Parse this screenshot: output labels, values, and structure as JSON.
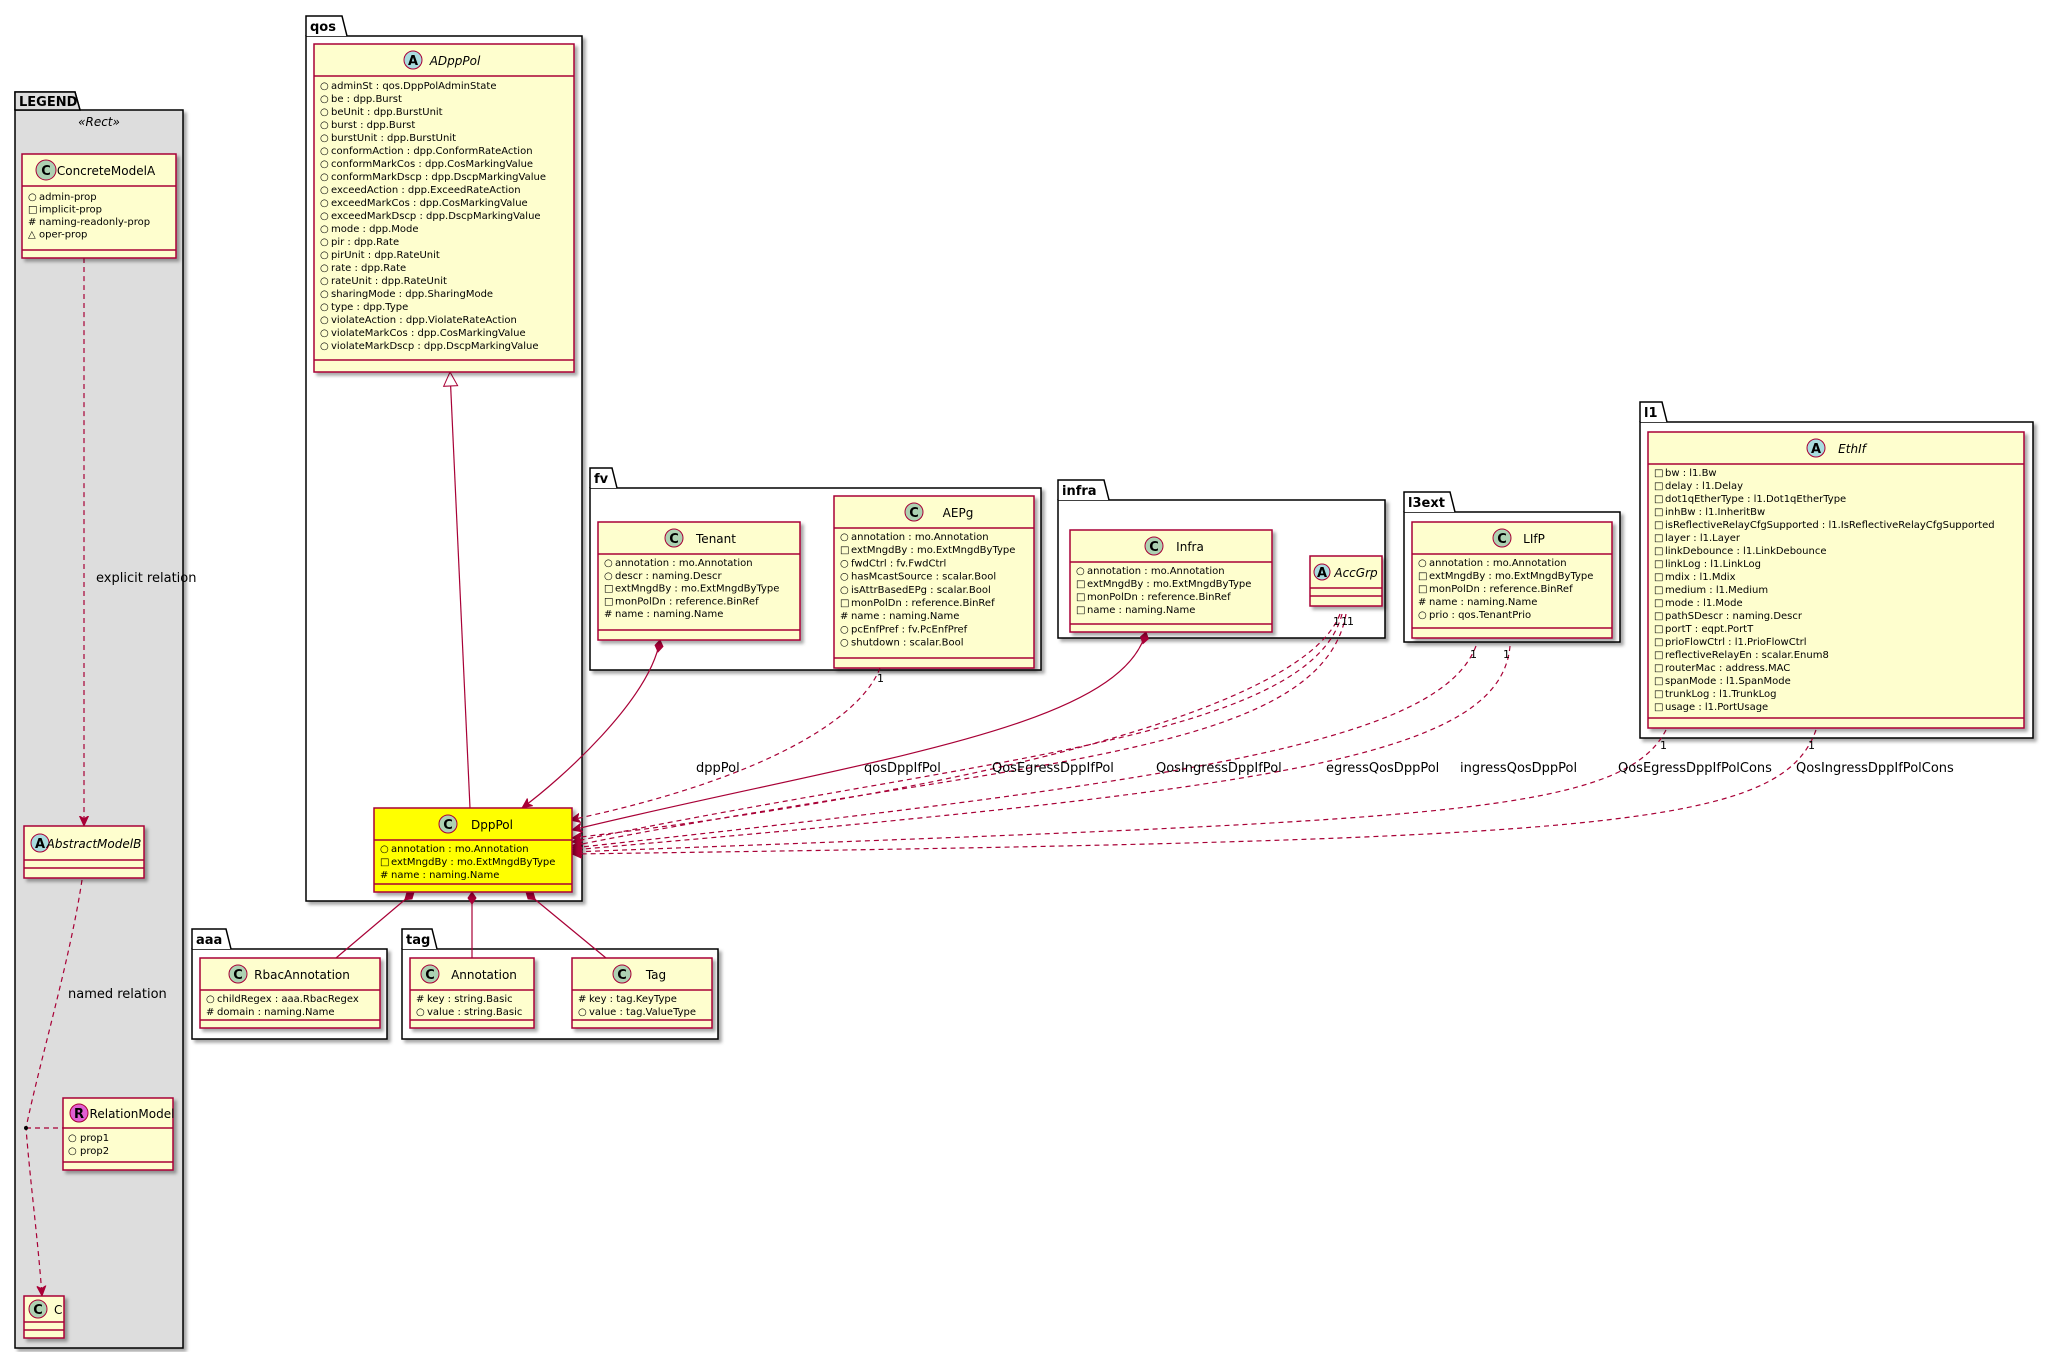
{
  "packages": {
    "legend": "LEGEND",
    "qos": "qos",
    "fv": "fv",
    "infra": "infra",
    "l3ext": "l3ext",
    "l1": "l1",
    "aaa": "aaa",
    "tag": "tag"
  },
  "legend": {
    "stereotype": "«Rect»",
    "concrete": {
      "name": "ConcreteModelA",
      "attrs": [
        "admin-prop",
        "implicit-prop",
        "naming-readonly-prop",
        "oper-prop"
      ],
      "vis": [
        "○",
        "□",
        "#",
        "△"
      ]
    },
    "abstract_name": "AbstractModelB",
    "relation_model": {
      "name": "RelationModel",
      "attrs": [
        "prop1",
        "prop2"
      ]
    },
    "c_name": "C",
    "explicit_label": "explicit relation",
    "named_label": "named relation"
  },
  "classes": {
    "adppol": {
      "name": "ADppPol",
      "attrs": [
        "adminSt : qos.DppPolAdminState",
        "be : dpp.Burst",
        "beUnit : dpp.BurstUnit",
        "burst : dpp.Burst",
        "burstUnit : dpp.BurstUnit",
        "conformAction : dpp.ConformRateAction",
        "conformMarkCos : dpp.CosMarkingValue",
        "conformMarkDscp : dpp.DscpMarkingValue",
        "exceedAction : dpp.ExceedRateAction",
        "exceedMarkCos : dpp.CosMarkingValue",
        "exceedMarkDscp : dpp.DscpMarkingValue",
        "mode : dpp.Mode",
        "pir : dpp.Rate",
        "pirUnit : dpp.RateUnit",
        "rate : dpp.Rate",
        "rateUnit : dpp.RateUnit",
        "sharingMode : dpp.SharingMode",
        "type : dpp.Type",
        "violateAction : dpp.ViolateRateAction",
        "violateMarkCos : dpp.CosMarkingValue",
        "violateMarkDscp : dpp.DscpMarkingValue"
      ]
    },
    "dpppol": {
      "name": "DppPol",
      "attrs": [
        "annotation : mo.Annotation",
        "extMngdBy : mo.ExtMngdByType",
        "name : naming.Name"
      ],
      "vis": [
        "○",
        "□",
        "#"
      ]
    },
    "tenant": {
      "name": "Tenant",
      "attrs": [
        "annotation : mo.Annotation",
        "descr : naming.Descr",
        "extMngdBy : mo.ExtMngdByType",
        "monPolDn : reference.BinRef",
        "name : naming.Name"
      ],
      "vis": [
        "○",
        "○",
        "□",
        "□",
        "#"
      ]
    },
    "aepg": {
      "name": "AEPg",
      "attrs": [
        "annotation : mo.Annotation",
        "extMngdBy : mo.ExtMngdByType",
        "fwdCtrl : fv.FwdCtrl",
        "hasMcastSource : scalar.Bool",
        "isAttrBasedEPg : scalar.Bool",
        "monPolDn : reference.BinRef",
        "name : naming.Name",
        "pcEnfPref : fv.PcEnfPref",
        "shutdown : scalar.Bool"
      ],
      "vis": [
        "○",
        "□",
        "○",
        "○",
        "○",
        "□",
        "#",
        "○",
        "○"
      ]
    },
    "infra": {
      "name": "Infra",
      "attrs": [
        "annotation : mo.Annotation",
        "extMngdBy : mo.ExtMngdByType",
        "monPolDn : reference.BinRef",
        "name : naming.Name"
      ],
      "vis": [
        "○",
        "□",
        "□",
        "□"
      ]
    },
    "accgrp": {
      "name": "AccGrp"
    },
    "lifp": {
      "name": "LIfP",
      "attrs": [
        "annotation : mo.Annotation",
        "extMngdBy : mo.ExtMngdByType",
        "monPolDn : reference.BinRef",
        "name : naming.Name",
        "prio : qos.TenantPrio"
      ],
      "vis": [
        "○",
        "□",
        "□",
        "#",
        "○"
      ]
    },
    "ethif": {
      "name": "EthIf",
      "attrs": [
        "bw : l1.Bw",
        "delay : l1.Delay",
        "dot1qEtherType : l1.Dot1qEtherType",
        "inhBw : l1.InheritBw",
        "isReflectiveRelayCfgSupported : l1.IsReflectiveRelayCfgSupported",
        "layer : l1.Layer",
        "linkDebounce : l1.LinkDebounce",
        "linkLog : l1.LinkLog",
        "mdix : l1.Mdix",
        "medium : l1.Medium",
        "mode : l1.Mode",
        "pathSDescr : naming.Descr",
        "portT : eqpt.PortT",
        "prioFlowCtrl : l1.PrioFlowCtrl",
        "reflectiveRelayEn : scalar.Enum8",
        "routerMac : address.MAC",
        "spanMode : l1.SpanMode",
        "trunkLog : l1.TrunkLog",
        "usage : l1.PortUsage"
      ]
    },
    "rbac": {
      "name": "RbacAnnotation",
      "attrs": [
        "childRegex : aaa.RbacRegex",
        "domain : naming.Name"
      ],
      "vis": [
        "○",
        "#"
      ]
    },
    "annotation": {
      "name": "Annotation",
      "attrs": [
        "key : string.Basic",
        "value : string.Basic"
      ],
      "vis": [
        "#",
        "○"
      ]
    },
    "tag": {
      "name": "Tag",
      "attrs": [
        "key : tag.KeyType",
        "value : tag.ValueType"
      ],
      "vis": [
        "#",
        "○"
      ]
    }
  },
  "edges": {
    "dppPol": "dppPol",
    "qosDppIfPol": "qosDppIfPol",
    "QosEgressDppIfPol": "QosEgressDppIfPol",
    "QosIngressDppIfPol": "QosIngressDppIfPol",
    "egressQosDppPol": "egressQosDppPol",
    "ingressQosDppPol": "ingressQosDppPol",
    "QosEgressDppIfPolCons": "QosEgressDppIfPolCons",
    "QosIngressDppIfPolCons": "QosIngressDppIfPolCons"
  },
  "multiplicity": "1",
  "colors": {
    "class_fill": "#FEFECE",
    "class_border": "#A80036",
    "highlight_fill": "#FFFF00",
    "legend_fill": "#DDDDDD",
    "circle_c": "#ADD1B2",
    "circle_a": "#A9DCDF",
    "circle_r": "#E05FD3"
  }
}
